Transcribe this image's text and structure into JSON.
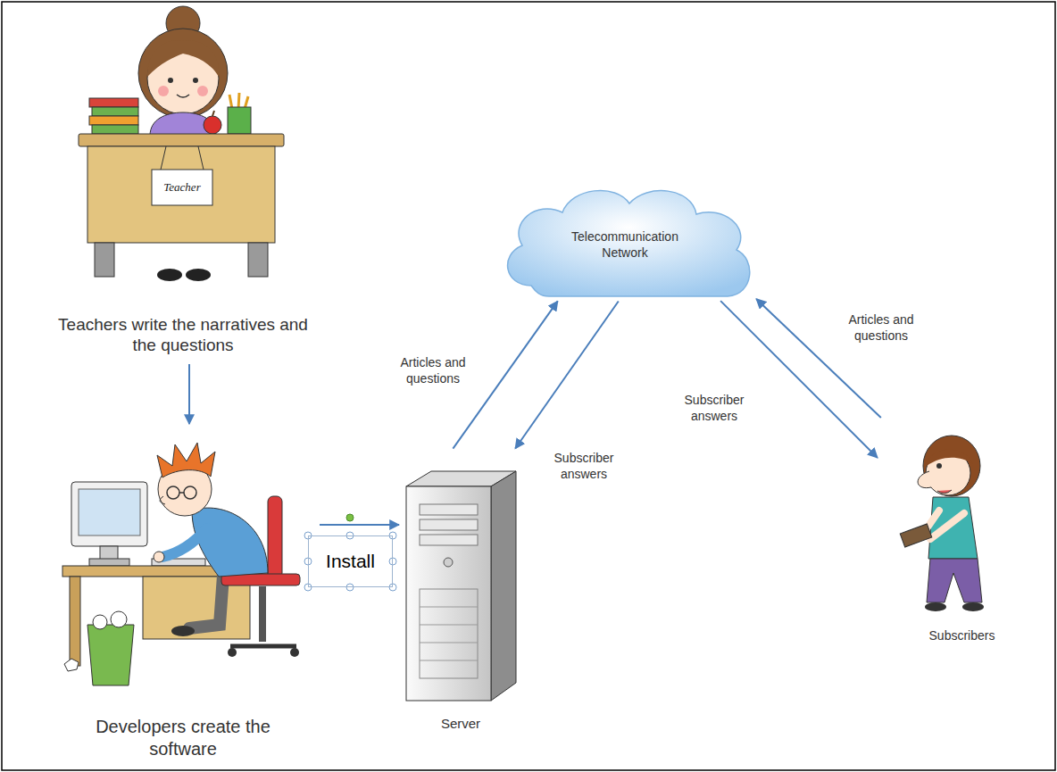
{
  "diagram": {
    "nodes": [
      {
        "text": [
          "Teachers write the narratives and the questions"
        ]
      },
      {
        "text": [
          "Developers create the software"
        ]
      },
      {
        "text": [
          "Server"
        ]
      },
      {
        "text": [
          "Telecommunication Network"
        ]
      },
      {
        "text": [
          "Subscribers"
        ]
      }
    ],
    "edges": [
      {
        "from": 0,
        "to": 1,
        "arrow": "to"
      },
      {
        "from": 1,
        "to": 2,
        "arrow": "to",
        "label": "Install"
      },
      {
        "from": 2,
        "to": 3,
        "arrow": "to",
        "label": "Articles and questions"
      },
      {
        "from": 3,
        "to": 2,
        "arrow": "to",
        "label": "Subscriber answers"
      },
      {
        "from": 3,
        "to": 4,
        "arrow": "to",
        "label": "Subscriber answers"
      },
      {
        "from": 4,
        "to": 3,
        "arrow": "to",
        "label": "Articles and questions"
      }
    ],
    "labels": [
      "Teacher"
    ]
  }
}
